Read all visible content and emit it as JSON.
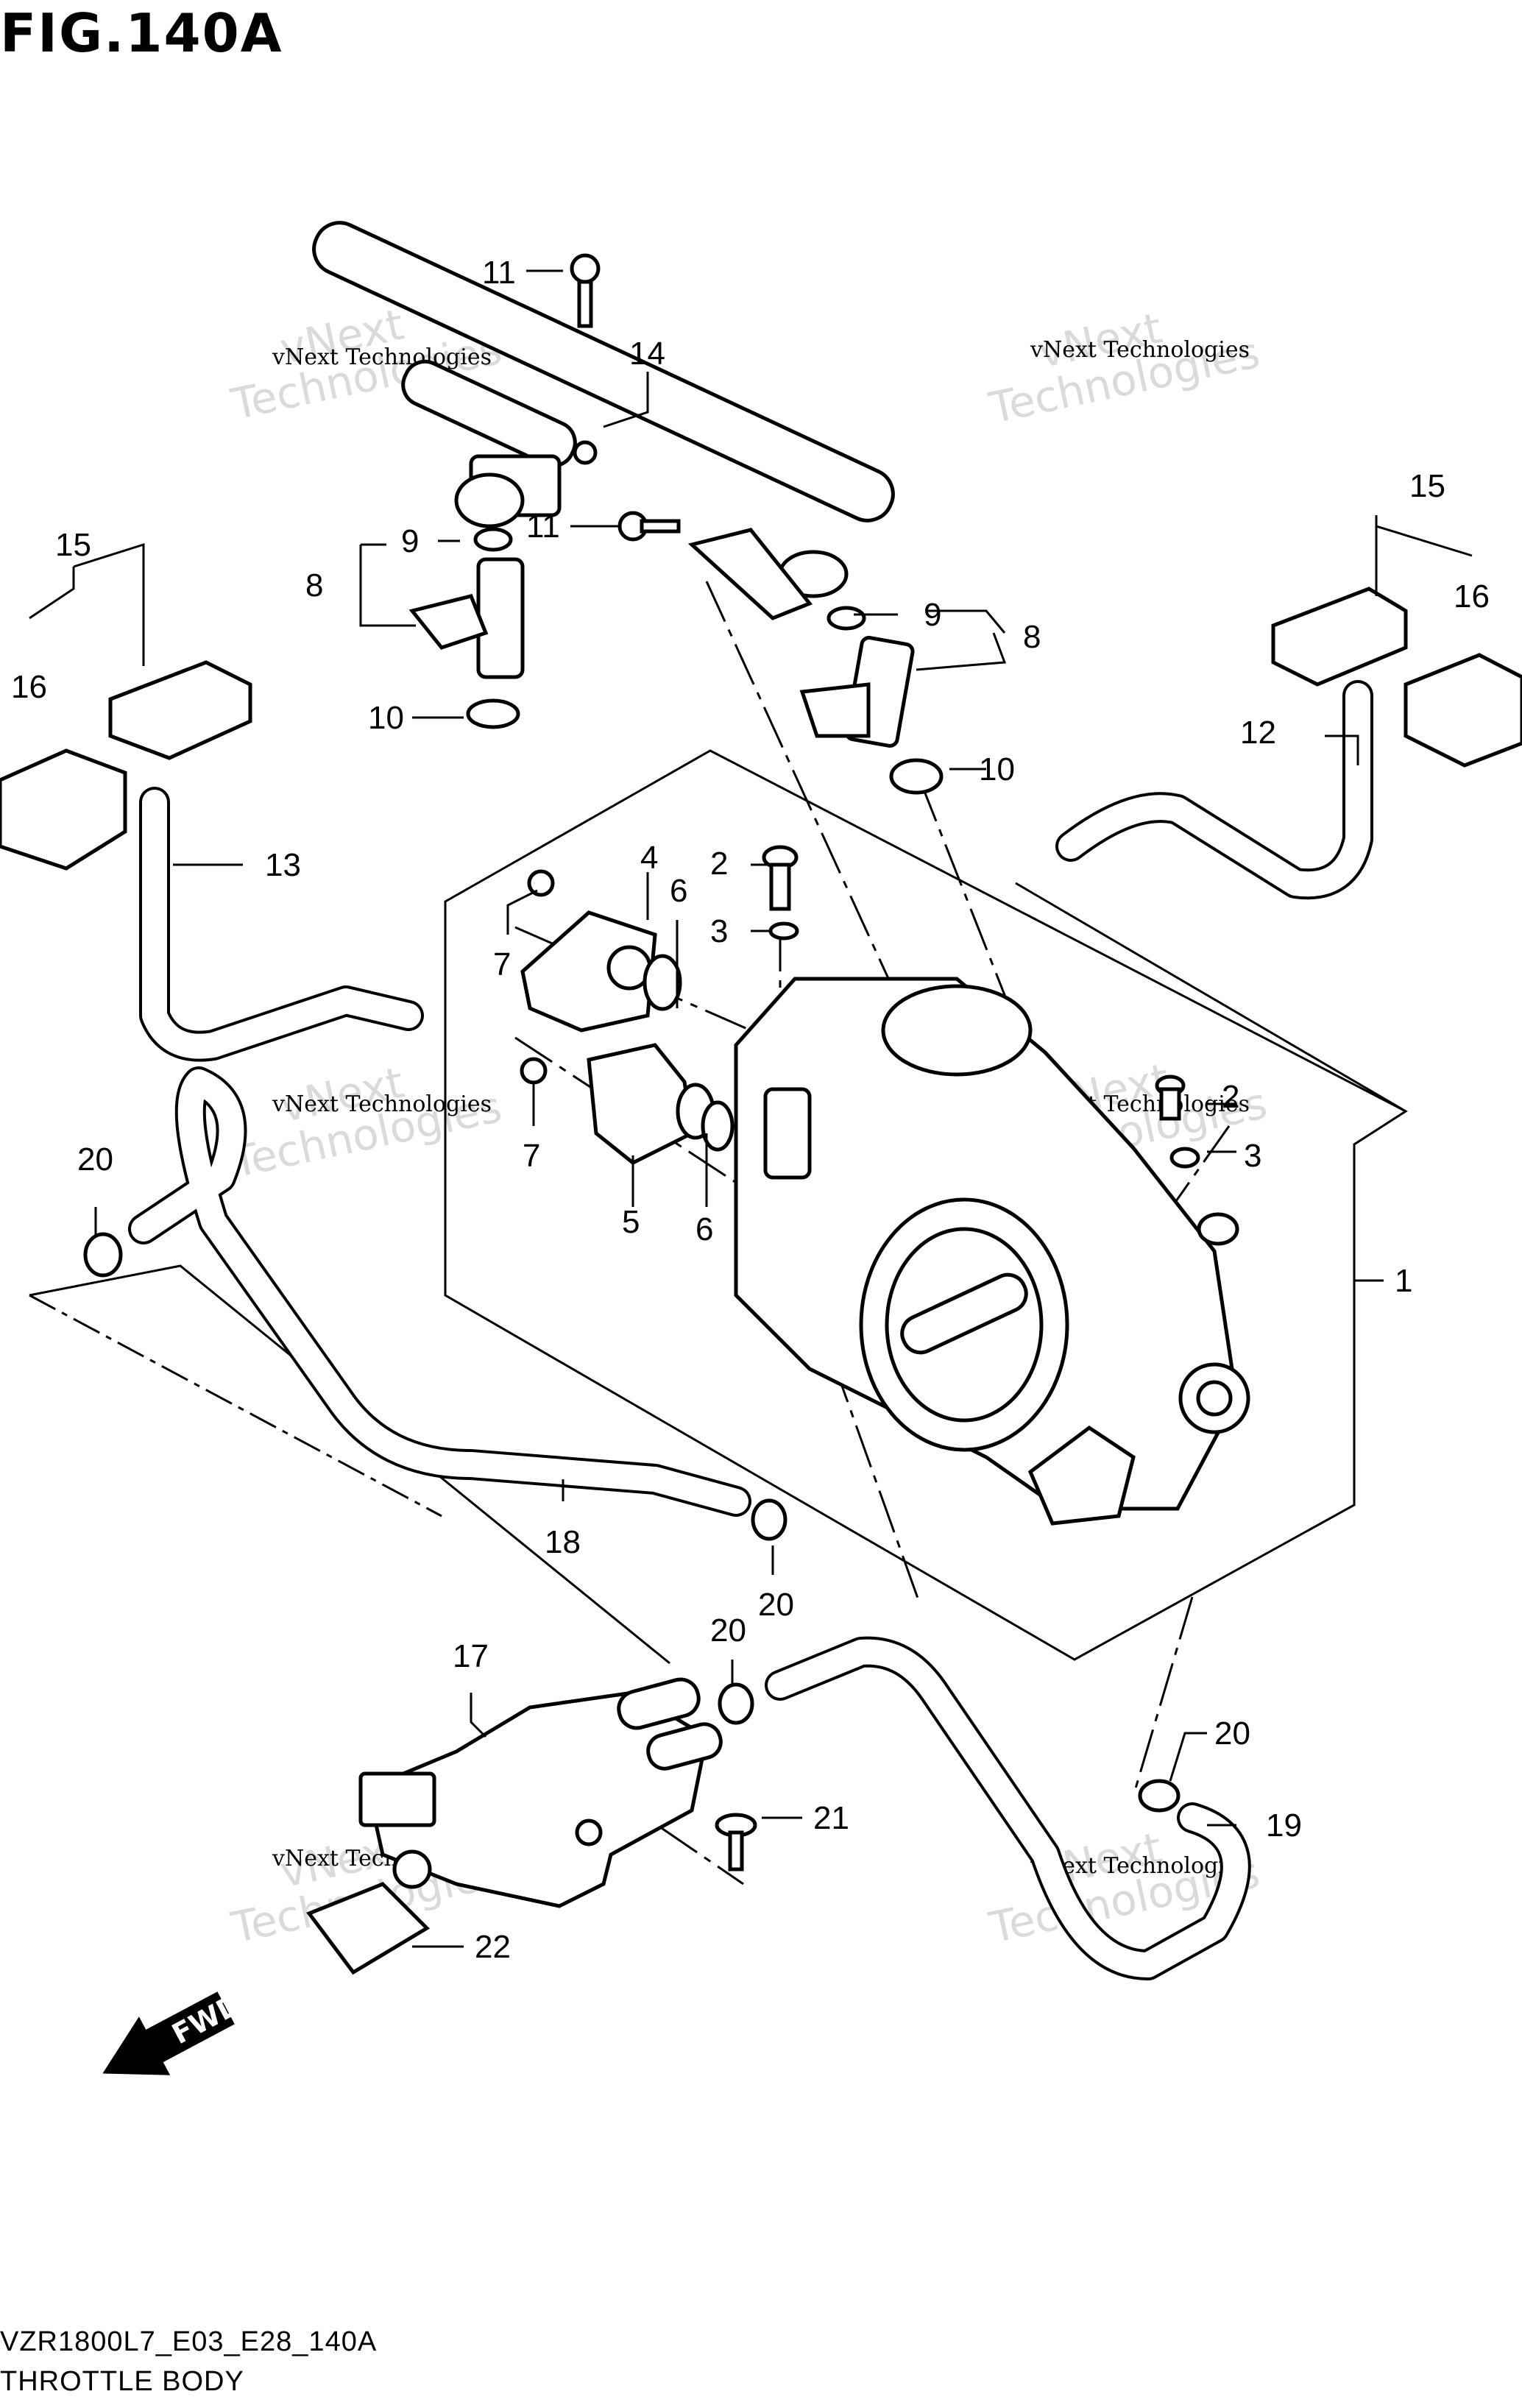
{
  "figure": {
    "title": "FIG.140A",
    "model_code": "VZR1800L7_E03_E28_140A",
    "caption": "THROTTLE BODY"
  },
  "watermark": {
    "line1": "vNext",
    "line2": "Technologies",
    "small": "vNext Technologies"
  },
  "callouts": {
    "c1": "1",
    "c2a": "2",
    "c2b": "2",
    "c3a": "3",
    "c3b": "3",
    "c4": "4",
    "c5": "5",
    "c6a": "6",
    "c6b": "6",
    "c7a": "7",
    "c7b": "7",
    "c8a": "8",
    "c8b": "8",
    "c9a": "9",
    "c9b": "9",
    "c10a": "10",
    "c10b": "10",
    "c11a": "11",
    "c11b": "11",
    "c12": "12",
    "c13": "13",
    "c14": "14",
    "c15a": "15",
    "c15b": "15",
    "c16a": "16",
    "c16b": "16",
    "c17": "17",
    "c18": "18",
    "c19": "19",
    "c20a": "20",
    "c20b": "20",
    "c20c": "20",
    "c20d": "20",
    "c21": "21",
    "c22": "22"
  },
  "fwd_label": "FWD"
}
